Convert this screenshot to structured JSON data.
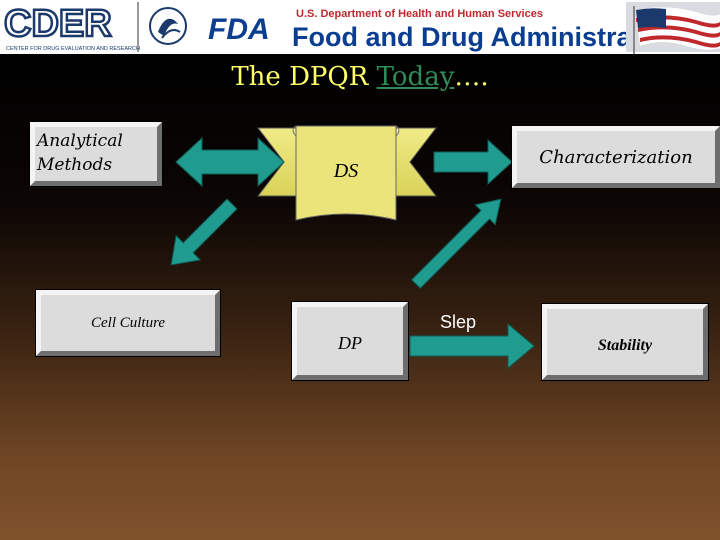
{
  "banner": {
    "cder_logo_text": "CDER",
    "cder_tagline": "CENTER FOR DRUG EVALUATION AND RESEARCH",
    "hhs_line": "U.S. Department of Health and Human Services",
    "fda_logo_text": "FDA",
    "agency_name": "Food and Drug Administration"
  },
  "slide": {
    "title_prefix": "The DPQR ",
    "title_link": "Today",
    "title_suffix": "…."
  },
  "diagram": {
    "nodes": {
      "analytical_methods": "Analytical Methods",
      "ds": "DS",
      "characterization": "Characterization",
      "cell_culture": "Cell Culture",
      "dp": "DP",
      "stability": "Stability"
    },
    "edge_labels": {
      "dp_to_stability": "Slep"
    }
  },
  "colors": {
    "arrow_fill": "#1f9b8f",
    "scroll_fill": "#e6e16e",
    "title_color": "#ffff66",
    "link_color": "#2e8b57",
    "fda_blue": "#0b3d91",
    "hhs_red": "#c0282d"
  }
}
